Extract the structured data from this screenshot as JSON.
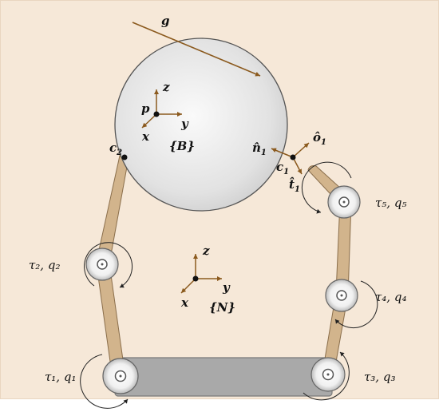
{
  "labels": {
    "gravity": "g",
    "body_point": "p",
    "body_frame": "{B}",
    "base_frame": "{N}",
    "axis_x": "x",
    "axis_y": "y",
    "axis_z": "z",
    "contact_1": "c",
    "contact_1_sub": "1",
    "contact_2": "c",
    "contact_2_sub": "2",
    "normal": "n̂",
    "normal_sub": "1",
    "tangent_o": "ô",
    "tangent_o_sub": "1",
    "tangent_t": "t̂",
    "tangent_t_sub": "1",
    "joint_1": "τ₁, q₁",
    "joint_2": "τ₂, q₂",
    "joint_3": "τ₃, q₃",
    "joint_4": "τ₄, q₄",
    "joint_5": "τ₅, q₅"
  },
  "colors": {
    "background": "#f6e8d8",
    "link": "#d2b48c",
    "link_edge": "#8a6e4b",
    "palm": "#a9a9a9",
    "sphere": "#e6e6e6",
    "arrow": "#8b5a1e"
  }
}
